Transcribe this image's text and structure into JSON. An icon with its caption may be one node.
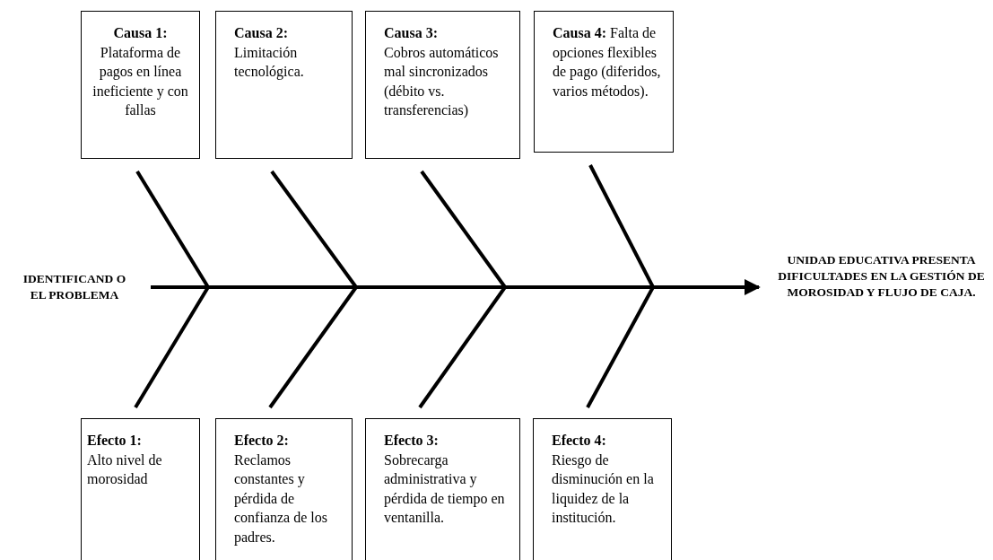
{
  "diagram": {
    "nodes": [
      {
        "text": [
          "IDENTIFICAND O EL PROBLEMA"
        ]
      },
      {
        "text": [
          "UNIDAD EDUCATIVA PRESENTA DIFICULTADES EN LA GESTIÓN DE MOROSIDAD Y FLUJO DE CAJA."
        ]
      },
      {
        "text": [
          "Causa 1:",
          "Plataforma de pagos en línea ineficiente y con fallas"
        ]
      },
      {
        "text": [
          "Causa 2:",
          "Limitación tecnológica."
        ]
      },
      {
        "text": [
          "Causa 3:",
          "Cobros automáticos mal sincronizados (débito vs. transferencias)"
        ]
      },
      {
        "text": [
          "Causa 4:",
          "Falta de opciones flexibles de pago (diferidos, varios métodos)."
        ]
      },
      {
        "text": [
          "Efecto 1:",
          "Alto nivel de morosidad"
        ]
      },
      {
        "text": [
          "Efecto 2:",
          "Reclamos constantes y pérdida de confianza de los padres."
        ]
      },
      {
        "text": [
          "Efecto 3:",
          "Sobrecarga administrativa y pérdida de tiempo en ventanilla."
        ]
      },
      {
        "text": [
          "Efecto 4:",
          "Riesgo de disminución en la liquidez de la institución."
        ]
      }
    ],
    "edges": [
      {
        "from": 0,
        "to": 1,
        "arrow": "to"
      },
      {
        "from": 2,
        "to": null,
        "arrow": "none"
      },
      {
        "from": 3,
        "to": null,
        "arrow": "none"
      },
      {
        "from": 4,
        "to": null,
        "arrow": "none"
      },
      {
        "from": 5,
        "to": null,
        "arrow": "none"
      },
      {
        "from": 6,
        "to": null,
        "arrow": "none"
      },
      {
        "from": 7,
        "to": null,
        "arrow": "none"
      },
      {
        "from": 8,
        "to": null,
        "arrow": "none"
      },
      {
        "from": 9,
        "to": null,
        "arrow": "none"
      }
    ]
  }
}
